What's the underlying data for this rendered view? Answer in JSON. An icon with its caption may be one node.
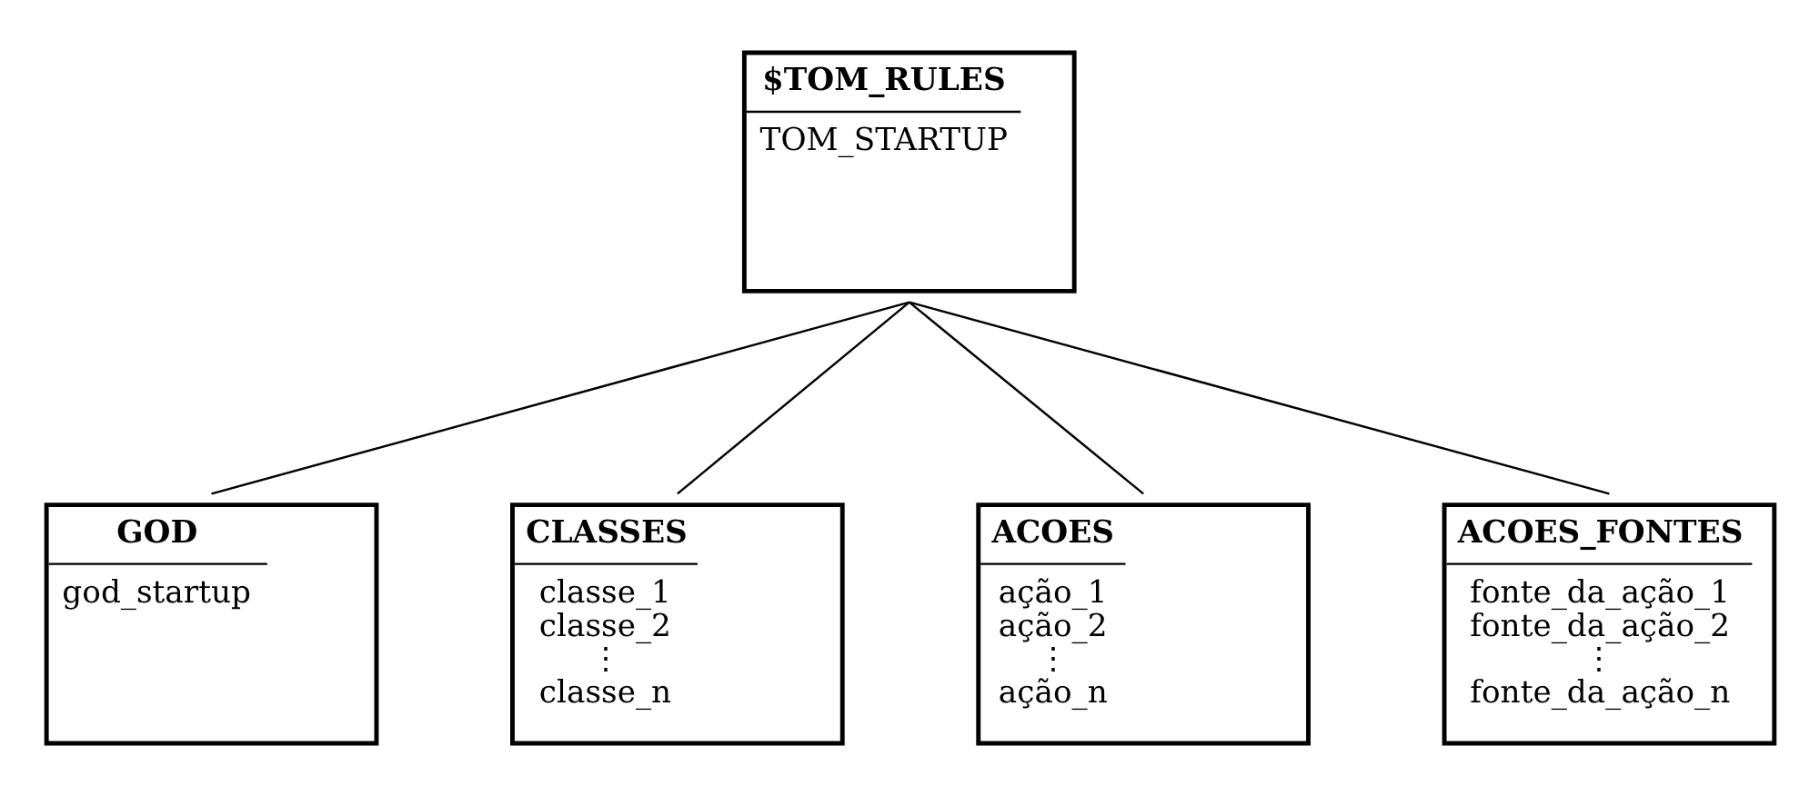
{
  "diagram": {
    "nodes": [
      {
        "text": [
          "$TOM_RULES",
          "TOM_STARTUP"
        ]
      },
      {
        "text": [
          "GOD",
          "god_startup"
        ]
      },
      {
        "text": [
          "CLASSES",
          "classe_1",
          "classe_2",
          "⋮",
          "classe_n"
        ]
      },
      {
        "text": [
          "ACOES",
          "ação_1",
          "ação_2",
          "⋮",
          "ação_n"
        ]
      },
      {
        "text": [
          "ACOES_FONTES",
          "fonte_da_ação_1",
          "fonte_da_ação_2",
          "⋮",
          "fonte_da_ação_n"
        ]
      }
    ],
    "edges": [
      {
        "from": 0,
        "to": 1,
        "arrow": "none"
      },
      {
        "from": 0,
        "to": 2,
        "arrow": "none"
      },
      {
        "from": 0,
        "to": 3,
        "arrow": "none"
      },
      {
        "from": 0,
        "to": 4,
        "arrow": "none"
      }
    ]
  }
}
